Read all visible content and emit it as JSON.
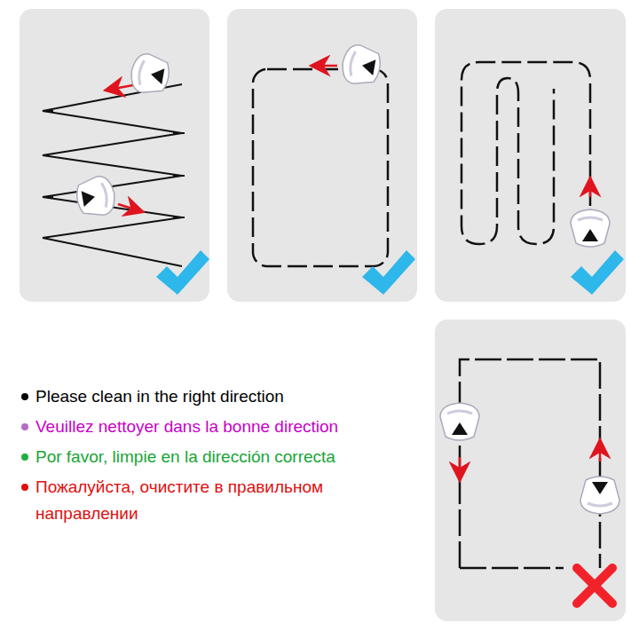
{
  "diagram": {
    "labels": [
      "Please clean in the right direction",
      "Veuillez nettoyer dans la bonne direction",
      "Por favor, limpie en la dirección correcta",
      "Пожалуйста, очистите в правильном направлении"
    ]
  }
}
